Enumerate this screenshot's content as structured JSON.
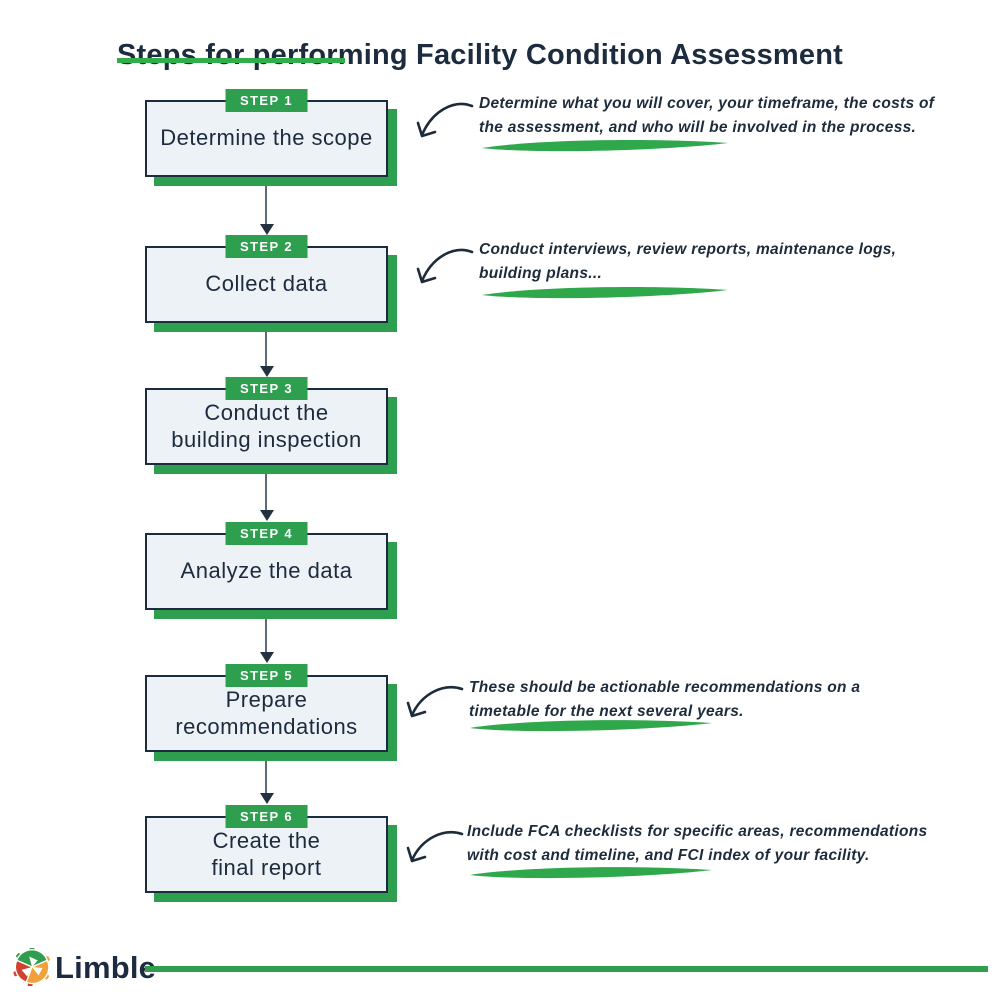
{
  "title": "Steps for performing Facility Condition Assessment",
  "colors": {
    "navy": "#1c2b3e",
    "green": "#2e9e4f",
    "bright_green": "#2fae4b",
    "box_fill": "#edf2f6",
    "connector_gray": "#5c6b7b",
    "logo_red": "#d2402f",
    "logo_orange": "#f0a13a"
  },
  "icons": {
    "note_arrow": "curved-arrow-left-icon",
    "underline": "green-brush-stroke",
    "flow_arrow": "down-arrow-connector",
    "logo": "limble-gear-icon"
  },
  "steps": [
    {
      "badge": "STEP 1",
      "label": "Determine the scope",
      "note": "Determine what you will cover, your timeframe, the costs of\nthe assessment, and who will be involved in the process."
    },
    {
      "badge": "STEP 2",
      "label": "Collect data",
      "note": "Conduct interviews, review reports, maintenance logs,\nbuilding plans..."
    },
    {
      "badge": "STEP 3",
      "label": "Conduct the\nbuilding inspection"
    },
    {
      "badge": "STEP 4",
      "label": "Analyze the data"
    },
    {
      "badge": "STEP 5",
      "label": "Prepare\nrecommendations",
      "note": "These should be actionable recommendations on a\ntimetable for the next several years."
    },
    {
      "badge": "STEP 6",
      "label": "Create the\nfinal report",
      "note": "Include FCA checklists for specific areas, recommendations\nwith cost and timeline, and FCI index of your facility."
    }
  ],
  "footer": {
    "brand": "Limble"
  }
}
